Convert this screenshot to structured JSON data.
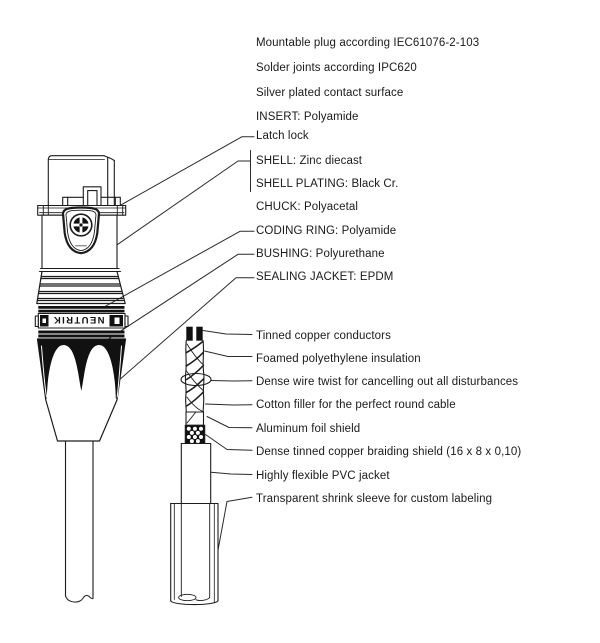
{
  "diagram": {
    "connector_specs": [
      "Mountable plug according IEC61076-2-103",
      "Solder joints according IPC620",
      "Silver plated contact surface",
      "INSERT: Polyamide",
      "Latch lock",
      "SHELL: Zinc diecast",
      "SHELL PLATING: Black Cr.",
      "CHUCK: Polyacetal",
      "CODING RING: Polyamide",
      "BUSHING: Polyurethane",
      "SEALING JACKET: EPDM"
    ],
    "cable_specs": [
      "Tinned copper conductors",
      "Foamed polyethylene insulation",
      "Dense wire twist for cancelling out all disturbances",
      "Cotton filler for the perfect round cable",
      "Aluminum foil shield",
      "Dense tinned copper braiding shield (16 x 8 x 0,10)",
      "Highly flexible PVC jacket",
      "Transparent shrink sleeve for custom labeling"
    ],
    "branding": {
      "shell_band_text": "NEUTRIK"
    },
    "colors": {
      "line": "#1c1c1c",
      "text": "#1a1a1a",
      "background": "#ffffff"
    }
  }
}
